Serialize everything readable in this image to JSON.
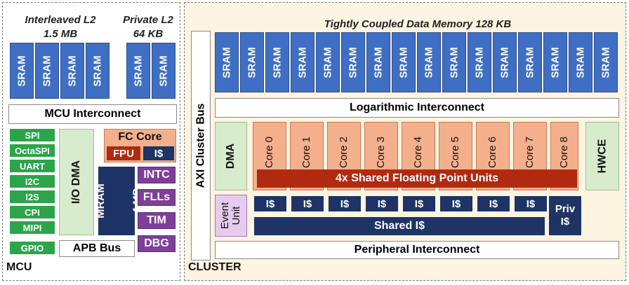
{
  "mcu": {
    "section_label": "MCU",
    "l2_interleaved": {
      "title": "Interleaved L2",
      "size": "1.5 MB"
    },
    "l2_private": {
      "title": "Private L2",
      "size": "64 KB"
    },
    "sram_label": "SRAM",
    "interconnect": "MCU Interconnect",
    "peripherals": [
      "SPI",
      "OctaSPI",
      "UART",
      "I2C",
      "I2S",
      "CPI",
      "MIPI",
      "GPIO"
    ],
    "io_dma": "I/O DMA",
    "fc_core": {
      "title": "FC Core",
      "fpu": "FPU",
      "icache": "I$"
    },
    "mram": {
      "name": "MRAM",
      "size": "4 MB"
    },
    "blocks": [
      "INTC",
      "FLLs",
      "TIM",
      "DBG"
    ],
    "apb_bus": "APB Bus"
  },
  "cluster": {
    "section_label": "CLUSTER",
    "tcdm_title": "Tightly Coupled Data Memory 128 KB",
    "sram_label": "SRAM",
    "axi_bus": "AXI Cluster Bus",
    "log_interconnect": "Logarithmic Interconnect",
    "dma": "DMA",
    "cores": [
      "Core 0",
      "Core 1",
      "Core 2",
      "Core 3",
      "Core 4",
      "Core 5",
      "Core 6",
      "Core 7",
      "Core 8"
    ],
    "fpu_shared": "4x Shared Floating Point Units",
    "hwce": "HWCE",
    "event_unit": {
      "line1": "Event",
      "line2": "Unit"
    },
    "icache_label": "I$",
    "shared_icache": "Shared I$",
    "priv_icache": {
      "line1": "Priv",
      "line2": "I$"
    },
    "peripheral_interconnect": "Peripheral Interconnect"
  },
  "colors": {
    "sram_blue": "#3f6fc4",
    "peripheral_green": "#2ca44a",
    "purple_block": "#7d3f98",
    "navy_block": "#1e3466",
    "fpu_red": "#b02a12",
    "core_salmon": "#f4b08c",
    "dma_pale_green": "#d7ebcd",
    "cluster_bg": "#fdf4e2"
  }
}
